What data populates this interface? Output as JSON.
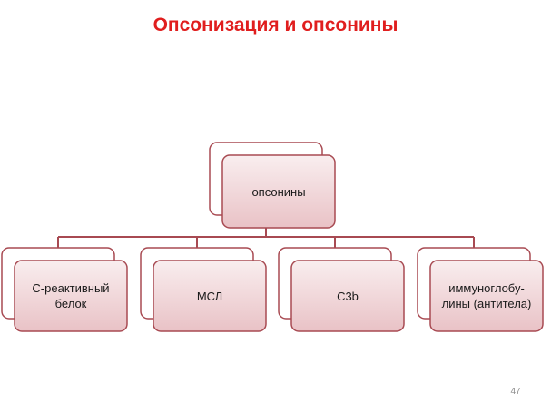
{
  "slide": {
    "title": "Опсонизация и опсонины",
    "page_number": "47"
  },
  "colors": {
    "title": "#e01e1e",
    "outline": "#a84a52",
    "fill_top": "#f9eeef",
    "fill_bottom": "#e9c2c6",
    "connector": "#a84a52"
  },
  "diagram": {
    "root": {
      "label": "опсонины"
    },
    "children": [
      {
        "label": "С-реактивный белок"
      },
      {
        "label": "МСЛ"
      },
      {
        "label": "C3b"
      },
      {
        "label": "иммуноглобу-лины (антитела)"
      }
    ]
  }
}
